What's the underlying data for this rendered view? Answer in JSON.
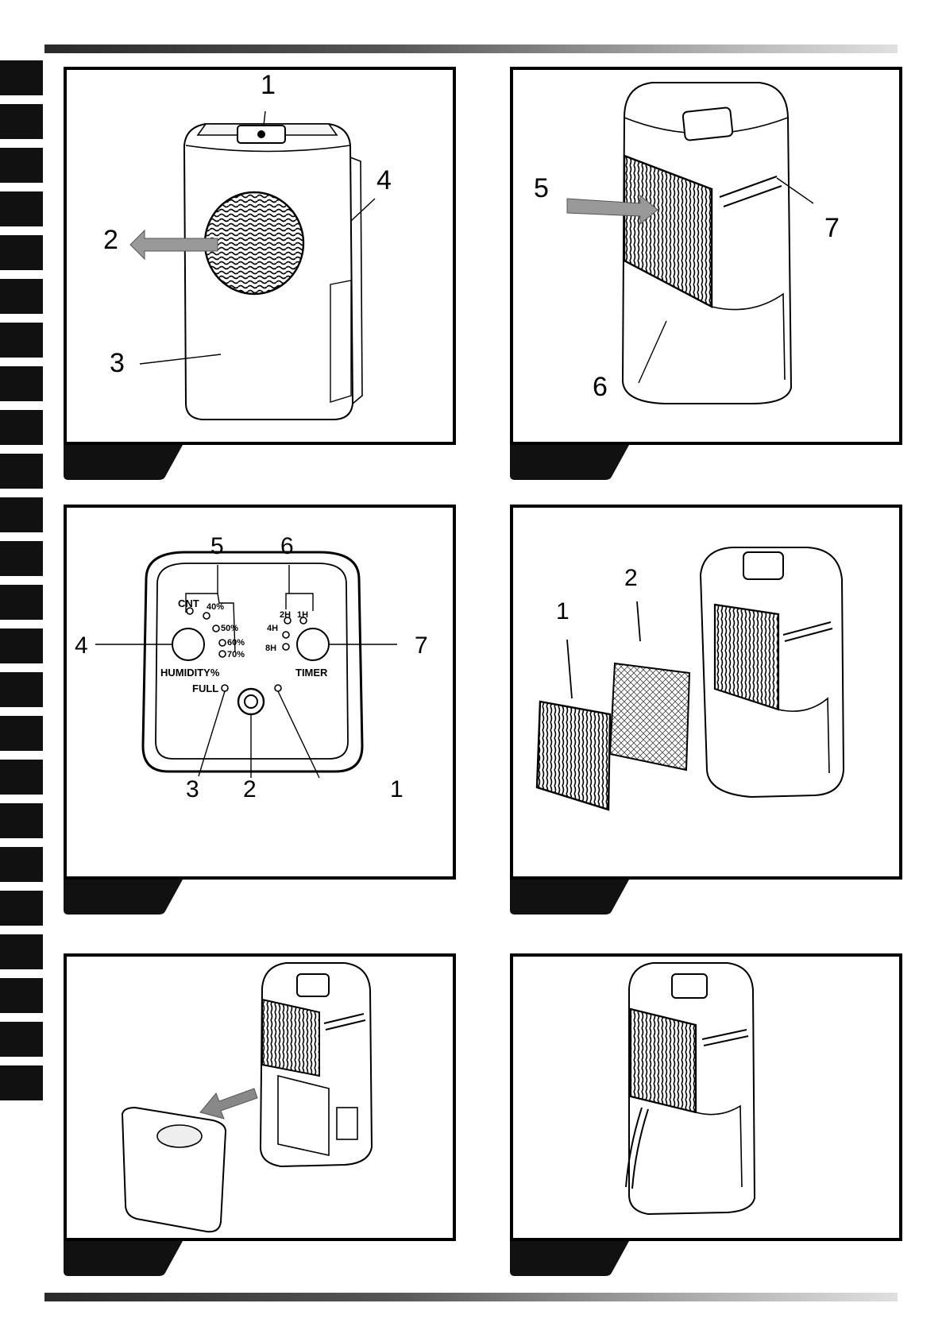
{
  "figures": [
    {
      "id": "fig-a",
      "callouts": [
        "1",
        "2",
        "3",
        "4"
      ]
    },
    {
      "id": "fig-b",
      "callouts": [
        "5",
        "6",
        "7"
      ]
    },
    {
      "id": "fig-c",
      "callouts": [
        "1",
        "2",
        "3",
        "4",
        "5",
        "6",
        "7"
      ],
      "panel_text": {
        "cnt": "CNT",
        "h40": "40%",
        "h50": "50%",
        "h60": "60%",
        "h70": "70%",
        "humidity": "HUMIDITY%",
        "t1": "1H",
        "t2": "2H",
        "t4": "4H",
        "t8": "8H",
        "timer": "TIMER",
        "full": "FULL"
      }
    },
    {
      "id": "fig-d",
      "callouts": [
        "1",
        "2"
      ]
    },
    {
      "id": "fig-e",
      "callouts": []
    },
    {
      "id": "fig-f",
      "callouts": []
    }
  ]
}
